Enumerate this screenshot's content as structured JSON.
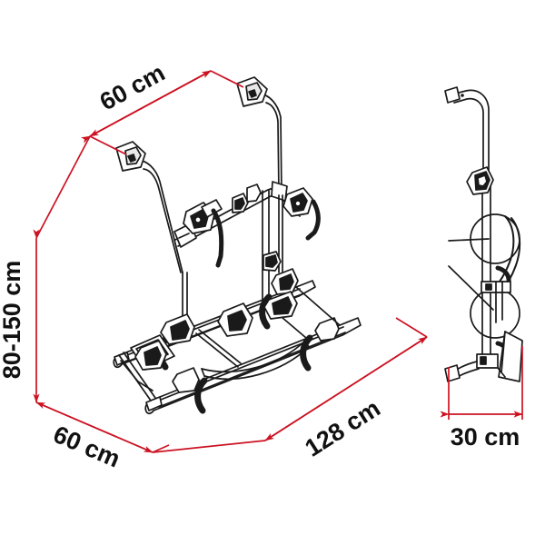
{
  "drawing": {
    "title": "Bike carrier technical dimension drawing",
    "background_color": "#ffffff",
    "line_color": "#1a1a1a",
    "dimension_color": "#cc1222",
    "views": [
      {
        "name": "rear-perspective-view",
        "position": "left"
      },
      {
        "name": "side-profile-view",
        "position": "right"
      }
    ]
  },
  "dimensions": {
    "top_width": {
      "label": "60 cm",
      "value": 60,
      "unit": "cm",
      "name": "top-arm-spacing"
    },
    "height": {
      "label": "80-150 cm",
      "value_min": 80,
      "value_max": 150,
      "unit": "cm",
      "name": "adjustable-height"
    },
    "bottom_depth": {
      "label": "60 cm",
      "value": 60,
      "unit": "cm",
      "name": "base-depth"
    },
    "rail_length": {
      "label": "128 cm",
      "value": 128,
      "unit": "cm",
      "name": "rail-length"
    },
    "side_depth": {
      "label": "30 cm",
      "value": 30,
      "unit": "cm",
      "name": "side-view-depth"
    }
  }
}
